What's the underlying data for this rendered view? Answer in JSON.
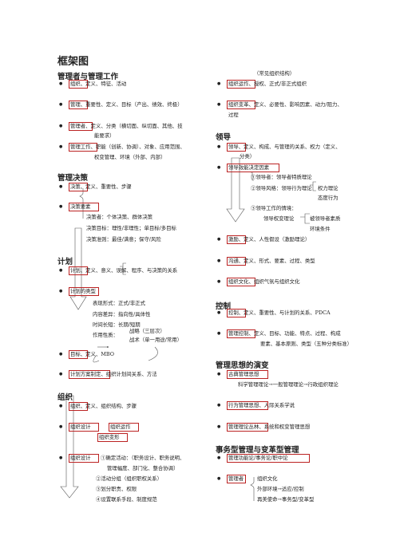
{
  "title": "框架图",
  "left": {
    "s1": {
      "heading": "管理者与管理工作",
      "i1": "组织、定义、特征、活动",
      "i2": "管理、重要性、定义、目标（产出、绩效、终极）",
      "i3a": "管理者、定义、分类（横切面、纵切面、其他、技",
      "i3b": "能要求）",
      "i4a": "管理工作、职能（创新、协调）、对象、应用范围、",
      "i4b": "权变管理、环境（外部、内部）"
    },
    "s2": {
      "heading": "管理决策",
      "i1": "决策、定义、重要性、步骤",
      "i2": "决策要素",
      "sub1": "决策者：个体决策、群体决策",
      "sub2": "决策目标：理性/非理性；单目标/多目标",
      "sub3": "决策准则：最佳/满意；保守/风险"
    },
    "s3": {
      "heading": "计划",
      "i1": "计划、定义、意义、误解、程序、与决策的关系",
      "i2": "计划的类型",
      "sub1": "表现形式：正式/非正式",
      "sub2": "内容差异：指向性/具体性",
      "sub3": "时间长短：长期/短期",
      "sub4": "作用性质：",
      "sub4a": "战略（三层次）",
      "sub4b": "战术（单一用途/常用）",
      "i3": "目标、定义、MBO",
      "i4": "计划方案制定、组织计划间关系、方法"
    },
    "s4": {
      "heading": "组织",
      "i1": "组织、定义、组织结构、步骤",
      "i2": "组织设计",
      "i2b": "组织运作",
      "i2c": "组织变形",
      "i3": "组织设计",
      "sub1": "①确定活动：（职务设计、职务说明、",
      "sub1b": "管理幅度、部门化、整合协调）",
      "sub2": "②活动分组（组织职权关系）",
      "sub3": "③划分职责、权限",
      "sub4": "④设置联系手段、制度规范"
    }
  },
  "right": {
    "top": "（常见组织结构）",
    "r1": "组织运作、授权、正式/非正式组织",
    "r2a": "组织变革、定义、必要性、影响因素、动力/阻力、",
    "r2b": "过程",
    "s5": {
      "heading": "领导",
      "i1a": "领导、定义、构成、与管理的关系、权力（定义、",
      "i1b": "分类）",
      "i2": "领导效能决定因素",
      "sub1": "①领导者：领导者特质理论",
      "sub2": "②领导风格：领导行为理论",
      "sub2a": "权力理论",
      "sub2b": "态度行为",
      "sub3": "③领导工作的情境：",
      "sub3a": "领导权变理论",
      "sub3b": "被领导者素质",
      "sub3c": "环境条件",
      "i3": "激励、定义、人性假设（激励理论）",
      "i4": "沟通、定义、形式、要素、过程、类型",
      "i5": "组织文化、组织气氛与组织文化"
    },
    "s6": {
      "heading": "控制",
      "i1": "控制、定义、重要性、与计划的关系、PDCA",
      "i2a": "管理控制、定义、目标、功能、特点、过程、构成",
      "i2b": "要素、基本原则、类型（五种分类标准）"
    },
    "s7": {
      "heading": "管理思想的演变",
      "i1": "古典管理思想",
      "i1s": "科学管理理论→一般管理理论→行政组织理论",
      "i2": "行为管理思想、人际关系学说",
      "i3": "管理理论丛林、系统和权变管理思想"
    },
    "s8": {
      "heading": "事务型管理与变革型管理",
      "i1": "管理功能论/事务论/职中论",
      "i2": "管理者",
      "i2s1": "组织文化",
      "i2s2": "外部环境→适应/控制",
      "i2s3": "再美使命→事务型/变革型"
    }
  }
}
